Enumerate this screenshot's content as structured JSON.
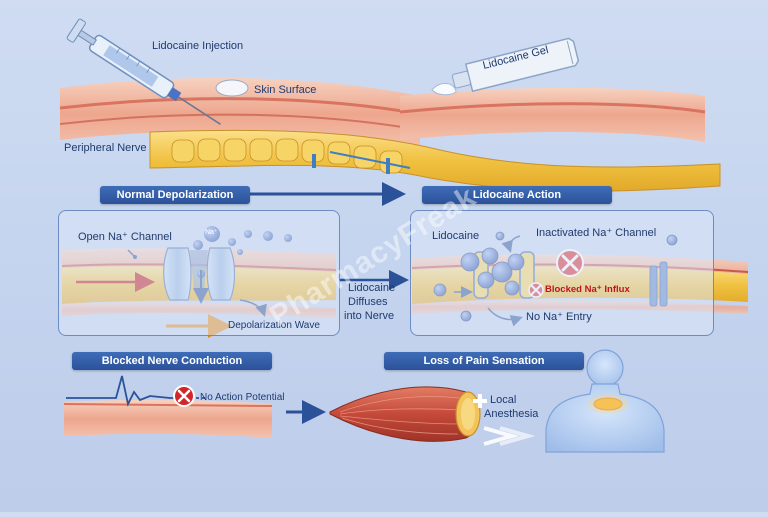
{
  "labels": {
    "lidocaine_injection": "Lidocaine Injection",
    "skin_surface": "Skin Surface",
    "lidocaine_gel": "Lidocaine Gel",
    "peripheral_nerve": "Peripheral Nerve",
    "normal_depolarization": "Normal Depolarization",
    "lidocaine_action": "Lidocaine Action",
    "open_na_channel": "Open Na⁺ Channel",
    "na_ion": "Na⁺",
    "depolarization_wave": "Depolarization Wave",
    "lidocaine_diffuses_1": "Lidocaine",
    "lidocaine_diffuses_2": "Diffuses",
    "lidocaine_diffuses_3": "into Nerve",
    "lidocaine": "Lidocaine",
    "inactivated_na_channel": "Inactivated Na⁺ Channel",
    "blocked_na_influx": "Blocked Na⁺ Influx",
    "no_na_entry": "No Na⁺ Entry",
    "blocked_nerve_conduction": "Blocked Nerve Conduction",
    "no_action_potential": "No Action Potential",
    "loss_of_pain_sensation": "Loss of Pain Sensation",
    "local_anesthesia_1": "Local",
    "local_anesthesia_2": "Anesthesia"
  },
  "watermark": "PharmacyFreak",
  "colors": {
    "banner": "#2f5aa0",
    "skin": "#f1b8a0",
    "skin_red": "#d96d5f",
    "nerve": "#f2c84b",
    "channel": "#9cc0e6",
    "lidocaine_molecule": "#3b66c2",
    "block_red": "#d2262b",
    "muscle": "#c9553f",
    "body_silhouette": "#a7c6ef"
  }
}
